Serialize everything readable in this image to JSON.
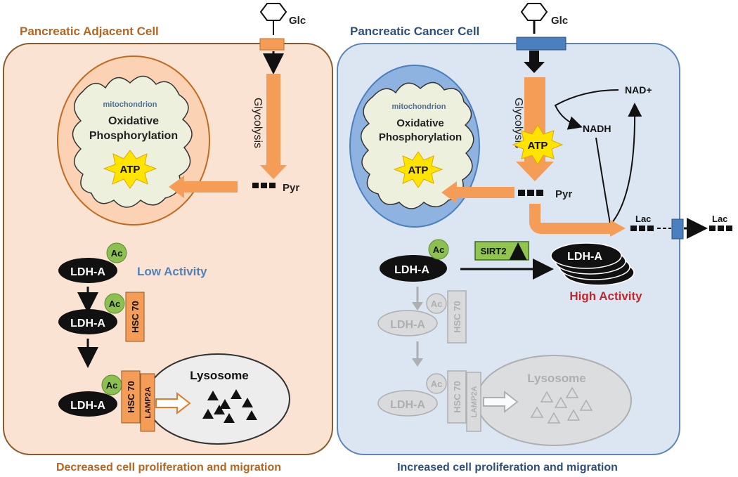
{
  "left": {
    "cell_title": "Pancreatic Adjacent Cell",
    "glc": "Glc",
    "glycolysis": "Glycolysis",
    "pyr": "Pyr",
    "mito_label": "mitochondrion",
    "oxphos_line1": "Oxidative",
    "oxphos_line2": "Phosphorylation",
    "atp": "ATP",
    "ldha": "LDH-A",
    "ac": "Ac",
    "low_activity": "Low Activity",
    "hsc70": "HSC 70",
    "lamp2a": "LAMP2A",
    "lysosome": "Lysosome",
    "footer": "Decreased cell proliferation and migration"
  },
  "right": {
    "cell_title": "Pancreatic Cancer Cell",
    "glc": "Glc",
    "glycolysis": "Glycolysis",
    "atp_glycolysis": "ATP",
    "nad_plus": "NAD+",
    "nadh": "NADH",
    "pyr": "Pyr",
    "lac_inside": "Lac",
    "lac_outside": "Lac",
    "mito_label": "mitochondrion",
    "oxphos_line1": "Oxidative",
    "oxphos_line2": "Phosphorylation",
    "atp": "ATP",
    "ldha": "LDH-A",
    "ac": "Ac",
    "sirt2": "SIRT2",
    "ldha_tetramer": "LDH-A",
    "high_activity": "High Activity",
    "hsc70": "HSC 70",
    "lamp2a": "LAMP2A",
    "lysosome": "Lysosome",
    "footer": "Increased cell proliferation and migration"
  },
  "colors": {
    "left_fill": "#fbe3d3",
    "left_stroke": "#8a5a2b",
    "left_title": "#b5651d",
    "right_fill": "#dce6f2",
    "right_stroke": "#5b86b5",
    "right_title": "#2c4f7c",
    "orange": "#f59d56",
    "low_activity": "#4f81bd",
    "high_activity": "#c0282d",
    "ac_green": "#8cc152",
    "sirt2_green": "#92c450",
    "atp_yellow": "#ffe400",
    "faded": "#a6a6a6"
  }
}
